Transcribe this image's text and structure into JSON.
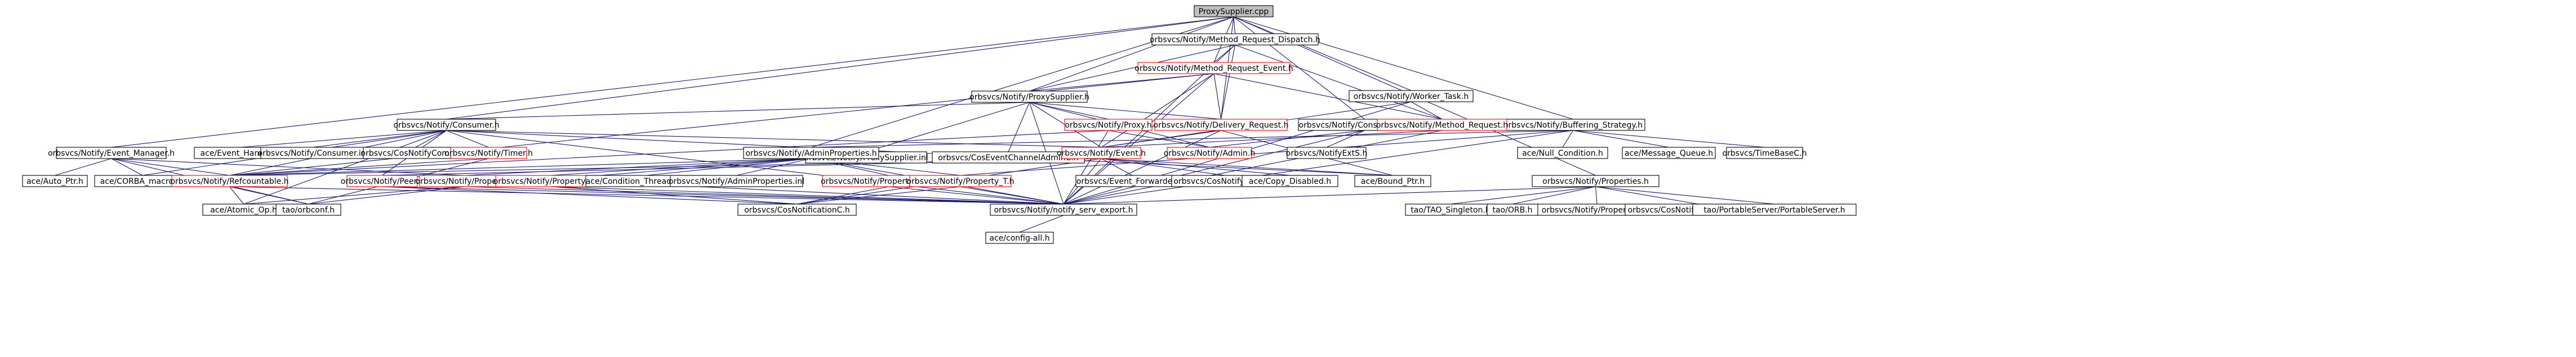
{
  "page_title": "ProxySupplier.cpp",
  "colors": {
    "edge": "#191970",
    "box_border": "#000000",
    "box_border_warning": "#ff0000",
    "root_fill": "#bfbfbf",
    "background": "#ffffff"
  },
  "nodes": [
    {
      "id": "proxysupplier_cpp",
      "label": "ProxySupplier.cpp",
      "kind": "root"
    },
    {
      "id": "method_request_dispatch",
      "label": "orbsvcs/Notify/Method_Request_Dispatch.h",
      "kind": "plain"
    },
    {
      "id": "method_request_event",
      "label": "orbsvcs/Notify/Method_Request_Event.h",
      "kind": "warn"
    },
    {
      "id": "worker_task",
      "label": "orbsvcs/Notify/Worker_Task.h",
      "kind": "plain"
    },
    {
      "id": "buffering_strategy",
      "label": "orbsvcs/Notify/Buffering_Strategy.h",
      "kind": "plain"
    },
    {
      "id": "proxysupplier_h",
      "label": "orbsvcs/Notify/ProxySupplier.h",
      "kind": "plain"
    },
    {
      "id": "consumer_h",
      "label": "orbsvcs/Notify/Consumer.h",
      "kind": "plain"
    },
    {
      "id": "proxysupplier_inl",
      "label": "orbsvcs/Notify/ProxySupplier.inl",
      "kind": "plain"
    },
    {
      "id": "coseventchanneladminc",
      "label": "orbsvcs/CosEventChannelAdminC.h",
      "kind": "plain"
    },
    {
      "id": "proxy_h",
      "label": "orbsvcs/Notify/Proxy.h",
      "kind": "warn"
    },
    {
      "id": "delivery_request",
      "label": "orbsvcs/Notify/Delivery_Request.h",
      "kind": "warn"
    },
    {
      "id": "consumeradmin",
      "label": "orbsvcs/Notify/ConsumerAdmin.h",
      "kind": "plain"
    },
    {
      "id": "method_request",
      "label": "orbsvcs/Notify/Method_Request.h",
      "kind": "warn"
    },
    {
      "id": "event_manager",
      "label": "orbsvcs/Notify/Event_Manager.h",
      "kind": "plain"
    },
    {
      "id": "event_handler",
      "label": "ace/Event_Handler.h",
      "kind": "plain"
    },
    {
      "id": "consumer_inl",
      "label": "orbsvcs/Notify/Consumer.inl",
      "kind": "plain"
    },
    {
      "id": "cosnotifycommc",
      "label": "orbsvcs/CosNotifyCommC.h",
      "kind": "plain"
    },
    {
      "id": "timer_h",
      "label": "orbsvcs/Notify/Timer.h",
      "kind": "warn"
    },
    {
      "id": "adminproperties_h",
      "label": "orbsvcs/Notify/AdminProperties.h",
      "kind": "plain"
    },
    {
      "id": "admin_h",
      "label": "orbsvcs/Notify/Admin.h",
      "kind": "warn"
    },
    {
      "id": "notifyexts",
      "label": "orbsvcs/NotifyExtS.h",
      "kind": "plain"
    },
    {
      "id": "null_condition",
      "label": "ace/Null_Condition.h",
      "kind": "plain"
    },
    {
      "id": "message_queue",
      "label": "ace/Message_Queue.h",
      "kind": "plain"
    },
    {
      "id": "timebasec",
      "label": "orbsvcs/TimeBaseC.h",
      "kind": "plain"
    },
    {
      "id": "event_h",
      "label": "orbsvcs/Notify/Event.h",
      "kind": "warn"
    },
    {
      "id": "auto_ptr",
      "label": "ace/Auto_Ptr.h",
      "kind": "plain"
    },
    {
      "id": "corba_macros",
      "label": "ace/CORBA_macros.h",
      "kind": "plain"
    },
    {
      "id": "refcountable",
      "label": "orbsvcs/Notify/Refcountable.h",
      "kind": "warn"
    },
    {
      "id": "peer_h",
      "label": "orbsvcs/Notify/Peer.h",
      "kind": "warn"
    },
    {
      "id": "property_h",
      "label": "orbsvcs/Notify/Property.h",
      "kind": "warn"
    },
    {
      "id": "propertyseq",
      "label": "orbsvcs/Notify/PropertySeq.h",
      "kind": "warn"
    },
    {
      "id": "condition_thread_mutex",
      "label": "ace/Condition_Thread_Mutex.h",
      "kind": "plain"
    },
    {
      "id": "adminproperties_inl",
      "label": "orbsvcs/Notify/AdminProperties.inl",
      "kind": "plain"
    },
    {
      "id": "property_boolean",
      "label": "orbsvcs/Notify/Property_Boolean.h",
      "kind": "warn"
    },
    {
      "id": "property_t",
      "label": "orbsvcs/Notify/Property_T.h",
      "kind": "warn"
    },
    {
      "id": "event_forwarders",
      "label": "orbsvcs/Event_ForwarderS.h",
      "kind": "plain"
    },
    {
      "id": "cosnotifyfilterc",
      "label": "orbsvcs/CosNotifyFilterC.h",
      "kind": "plain"
    },
    {
      "id": "copy_disabled",
      "label": "ace/Copy_Disabled.h",
      "kind": "plain"
    },
    {
      "id": "bound_ptr",
      "label": "ace/Bound_Ptr.h",
      "kind": "plain"
    },
    {
      "id": "properties_h",
      "label": "orbsvcs/Notify/Properties.h",
      "kind": "plain"
    },
    {
      "id": "atomic_op",
      "label": "ace/Atomic_Op.h",
      "kind": "plain"
    },
    {
      "id": "orbconf",
      "label": "tao/orbconf.h",
      "kind": "plain"
    },
    {
      "id": "cosnotificationc",
      "label": "orbsvcs/CosNotificationC.h",
      "kind": "plain"
    },
    {
      "id": "notify_serv_export",
      "label": "orbsvcs/Notify/notify_serv_export.h",
      "kind": "plain"
    },
    {
      "id": "tao_singleton",
      "label": "tao/TAO_Singleton.h",
      "kind": "plain"
    },
    {
      "id": "tao_orb",
      "label": "tao/ORB.h",
      "kind": "plain"
    },
    {
      "id": "properties_inl",
      "label": "orbsvcs/Notify/Properties.inl",
      "kind": "plain"
    },
    {
      "id": "cosnotifychanneladminc",
      "label": "orbsvcs/CosNotifyChannelAdminC.h",
      "kind": "plain"
    },
    {
      "id": "portableserver",
      "label": "tao/PortableServer/PortableServer.h",
      "kind": "plain"
    },
    {
      "id": "ace_config_all",
      "label": "ace/config-all.h",
      "kind": "plain"
    }
  ],
  "edges": [
    [
      "proxysupplier_cpp",
      "method_request_dispatch"
    ],
    [
      "proxysupplier_cpp",
      "method_request_event"
    ],
    [
      "proxysupplier_cpp",
      "worker_task"
    ],
    [
      "proxysupplier_cpp",
      "buffering_strategy"
    ],
    [
      "proxysupplier_cpp",
      "proxysupplier_h"
    ],
    [
      "proxysupplier_cpp",
      "consumer_h"
    ],
    [
      "proxysupplier_cpp",
      "event_manager"
    ],
    [
      "proxysupplier_cpp",
      "adminproperties_h"
    ],
    [
      "proxysupplier_cpp",
      "consumeradmin"
    ],
    [
      "proxysupplier_cpp",
      "delivery_request"
    ],
    [
      "proxysupplier_cpp",
      "properties_h"
    ],
    [
      "method_request_dispatch",
      "method_request_event"
    ],
    [
      "method_request_dispatch",
      "proxysupplier_h"
    ],
    [
      "method_request_dispatch",
      "delivery_request"
    ],
    [
      "method_request_dispatch",
      "method_request"
    ],
    [
      "method_request_dispatch",
      "notify_serv_export"
    ],
    [
      "method_request_event",
      "proxysupplier_h"
    ],
    [
      "method_request_event",
      "delivery_request"
    ],
    [
      "method_request_event",
      "method_request"
    ],
    [
      "method_request_event",
      "event_h"
    ],
    [
      "method_request_event",
      "notify_serv_export"
    ],
    [
      "method_request_event",
      "refcountable"
    ],
    [
      "worker_task",
      "method_request"
    ],
    [
      "worker_task",
      "notify_serv_export"
    ],
    [
      "worker_task",
      "event_h"
    ],
    [
      "buffering_strategy",
      "null_condition"
    ],
    [
      "buffering_strategy",
      "message_queue"
    ],
    [
      "buffering_strategy",
      "timebasec"
    ],
    [
      "buffering_strategy",
      "property_t"
    ],
    [
      "buffering_strategy",
      "adminproperties_h"
    ],
    [
      "buffering_strategy",
      "notify_serv_export"
    ],
    [
      "proxysupplier_h",
      "consumer_h"
    ],
    [
      "proxysupplier_h",
      "proxysupplier_inl"
    ],
    [
      "proxysupplier_h",
      "coseventchanneladminc"
    ],
    [
      "proxysupplier_h",
      "proxy_h"
    ],
    [
      "proxysupplier_h",
      "delivery_request"
    ],
    [
      "proxysupplier_h",
      "event_h"
    ],
    [
      "proxysupplier_h",
      "notify_serv_export"
    ],
    [
      "proxysupplier_h",
      "admin_h"
    ],
    [
      "consumer_h",
      "event_handler"
    ],
    [
      "consumer_h",
      "consumer_inl"
    ],
    [
      "consumer_h",
      "cosnotifycommc"
    ],
    [
      "consumer_h",
      "timer_h"
    ],
    [
      "consumer_h",
      "refcountable"
    ],
    [
      "consumer_h",
      "peer_h"
    ],
    [
      "consumer_h",
      "event_h"
    ],
    [
      "consumer_h",
      "corba_macros"
    ],
    [
      "consumer_h",
      "notify_serv_export"
    ],
    [
      "consumer_h",
      "bound_ptr"
    ],
    [
      "consumer_h",
      "atomic_op"
    ],
    [
      "proxy_h",
      "admin_h"
    ],
    [
      "proxy_h",
      "refcountable"
    ],
    [
      "proxy_h",
      "notify_serv_export"
    ],
    [
      "delivery_request",
      "event_h"
    ],
    [
      "delivery_request",
      "bound_ptr"
    ],
    [
      "delivery_request",
      "notify_serv_export"
    ],
    [
      "consumeradmin",
      "admin_h"
    ],
    [
      "consumeradmin",
      "notifyexts"
    ],
    [
      "consumeradmin",
      "notify_serv_export"
    ],
    [
      "method_request",
      "event_h"
    ],
    [
      "method_request",
      "notify_serv_export"
    ],
    [
      "event_manager",
      "auto_ptr"
    ],
    [
      "event_manager",
      "corba_macros"
    ],
    [
      "event_manager",
      "refcountable"
    ],
    [
      "event_manager",
      "notify_serv_export"
    ],
    [
      "event_manager",
      "orbconf"
    ],
    [
      "timer_h",
      "refcountable"
    ],
    [
      "timer_h",
      "orbconf"
    ],
    [
      "adminproperties_h",
      "refcountable"
    ],
    [
      "adminproperties_h",
      "property_h"
    ],
    [
      "adminproperties_h",
      "propertyseq"
    ],
    [
      "adminproperties_h",
      "condition_thread_mutex"
    ],
    [
      "adminproperties_h",
      "adminproperties_inl"
    ],
    [
      "adminproperties_h",
      "property_boolean"
    ],
    [
      "adminproperties_h",
      "property_t"
    ],
    [
      "adminproperties_h",
      "notify_serv_export"
    ],
    [
      "adminproperties_h",
      "atomic_op"
    ],
    [
      "event_h",
      "refcountable"
    ],
    [
      "event_h",
      "event_forwarders"
    ],
    [
      "event_h",
      "cosnotifyfilterc"
    ],
    [
      "event_h",
      "copy_disabled"
    ],
    [
      "event_h",
      "bound_ptr"
    ],
    [
      "event_h",
      "notify_serv_export"
    ],
    [
      "event_h",
      "cosnotificationc"
    ],
    [
      "event_h",
      "peer_h"
    ],
    [
      "refcountable",
      "atomic_op"
    ],
    [
      "refcountable",
      "orbconf"
    ],
    [
      "refcountable",
      "notify_serv_export"
    ],
    [
      "peer_h",
      "cosnotificationc"
    ],
    [
      "peer_h",
      "notify_serv_export"
    ],
    [
      "property_h",
      "orbconf"
    ],
    [
      "property_h",
      "notify_serv_export"
    ],
    [
      "propertyseq",
      "cosnotificationc"
    ],
    [
      "propertyseq",
      "notify_serv_export"
    ],
    [
      "property_boolean",
      "cosnotificationc"
    ],
    [
      "property_boolean",
      "notify_serv_export"
    ],
    [
      "property_t",
      "cosnotificationc"
    ],
    [
      "property_t",
      "notify_serv_export"
    ],
    [
      "properties_h",
      "tao_singleton"
    ],
    [
      "properties_h",
      "tao_orb"
    ],
    [
      "properties_h",
      "properties_inl"
    ],
    [
      "properties_h",
      "cosnotifychanneladminc"
    ],
    [
      "properties_h",
      "portableserver"
    ],
    [
      "properties_h",
      "notify_serv_export"
    ],
    [
      "notify_serv_export",
      "ace_config_all"
    ]
  ]
}
